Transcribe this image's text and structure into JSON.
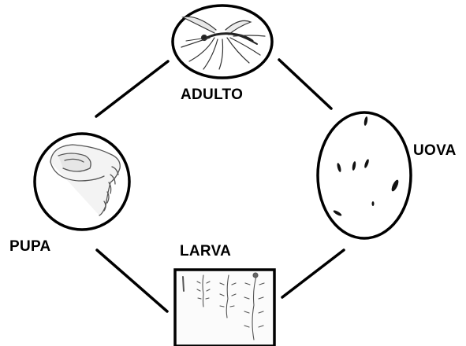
{
  "stages": {
    "adult": "ADULTO",
    "eggs": "UOVA",
    "larva": "LARVA",
    "pupa": "PUPA"
  },
  "icons": {
    "adult": "mosquito-icon",
    "eggs": "eggs-icon",
    "larva": "larvae-icon",
    "pupa": "pupa-icon"
  },
  "colors": {
    "ink": "#000000",
    "sketch": "#555555",
    "background": "#ffffff"
  }
}
